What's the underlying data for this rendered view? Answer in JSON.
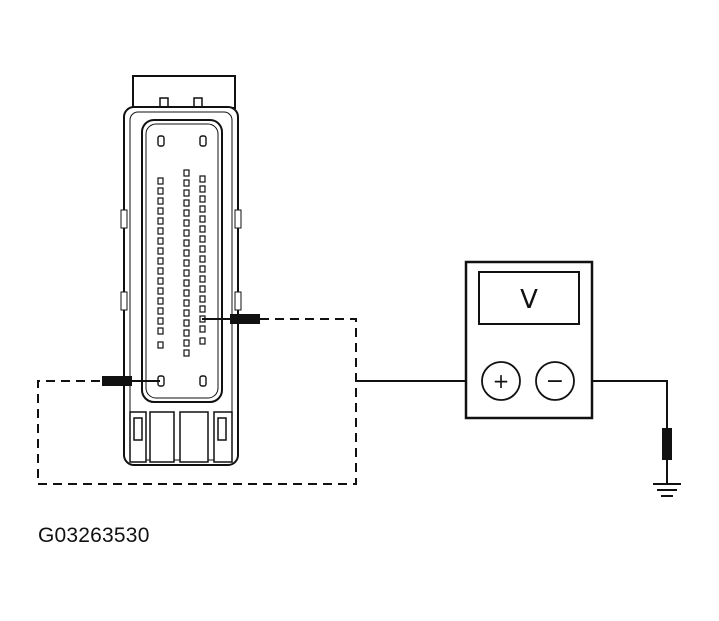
{
  "figure": {
    "id_label": "G03263530"
  },
  "meter": {
    "display": "V",
    "positive_symbol": "+",
    "negative_symbol": "−"
  },
  "colors": {
    "line": "#111111",
    "background": "#ffffff",
    "connector_fill": "#ffffff"
  },
  "icons": [
    "connector",
    "voltmeter",
    "ground-icon",
    "test-probe-icon"
  ]
}
